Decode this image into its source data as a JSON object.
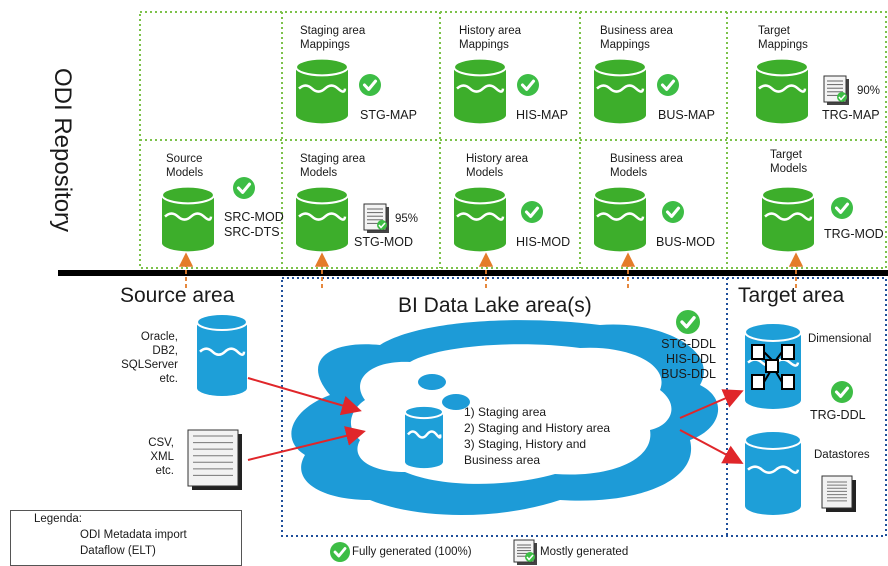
{
  "repository": {
    "title": "ODI Repository"
  },
  "colors": {
    "green_border": "#7cc24a",
    "cylinder_green": "#3dae2b",
    "cylinder_blue": "#1e9fd8",
    "check_green": "#3dbd45",
    "lake_blue": "#1d9bd7",
    "dataflow_red": "#e0262a",
    "import_orange": "#e47c2a",
    "separator": "#000000",
    "dotted_blue": "#1f4e9a"
  },
  "mappings": [
    {
      "title": "Staging area\nMappings",
      "code": "STG-MAP",
      "status": "check"
    },
    {
      "title": "History area\nMappings",
      "code": "HIS-MAP",
      "status": "check"
    },
    {
      "title": "Business area\nMappings",
      "code": "BUS-MAP",
      "status": "check"
    },
    {
      "title": "Target\nMappings",
      "code": "TRG-MAP",
      "status": "doc",
      "percent": "90%"
    }
  ],
  "models": [
    {
      "title": "Source\nModels",
      "code": "SRC-MOD\nSRC-DTS",
      "status": "check"
    },
    {
      "title": "Staging area\nModels",
      "code": "STG-MOD",
      "status": "doc",
      "percent": "95%"
    },
    {
      "title": "History area\nModels",
      "code": "HIS-MOD",
      "status": "check"
    },
    {
      "title": "Business area\nModels",
      "code": "BUS-MOD",
      "status": "check"
    },
    {
      "title": "Target\nModels",
      "code": "TRG-MOD",
      "status": "check"
    }
  ],
  "source_area": {
    "title": "Source area",
    "db_label": "Oracle,\nDB2,\nSQLServer\netc.",
    "file_label": "CSV,\nXML\netc."
  },
  "lake_area": {
    "title": "BI Data Lake area(s)",
    "ddl": "STG-DDL\nHIS-DDL\nBUS-DDL",
    "options": "1) Staging area\n2) Staging and History area\n3) Staging, History and\n    Business area"
  },
  "target_area": {
    "title": "Target area",
    "dimensional": "Dimensional",
    "ddl": "TRG-DDL",
    "datastores": "Datastores"
  },
  "legend": {
    "title": "Legenda:",
    "import_label": "ODI Metadata import",
    "dataflow_label": "Dataflow (ELT)"
  },
  "footer_legend": {
    "full_label": "Fully generated (100%)",
    "mostly_label": "Mostly generated"
  }
}
